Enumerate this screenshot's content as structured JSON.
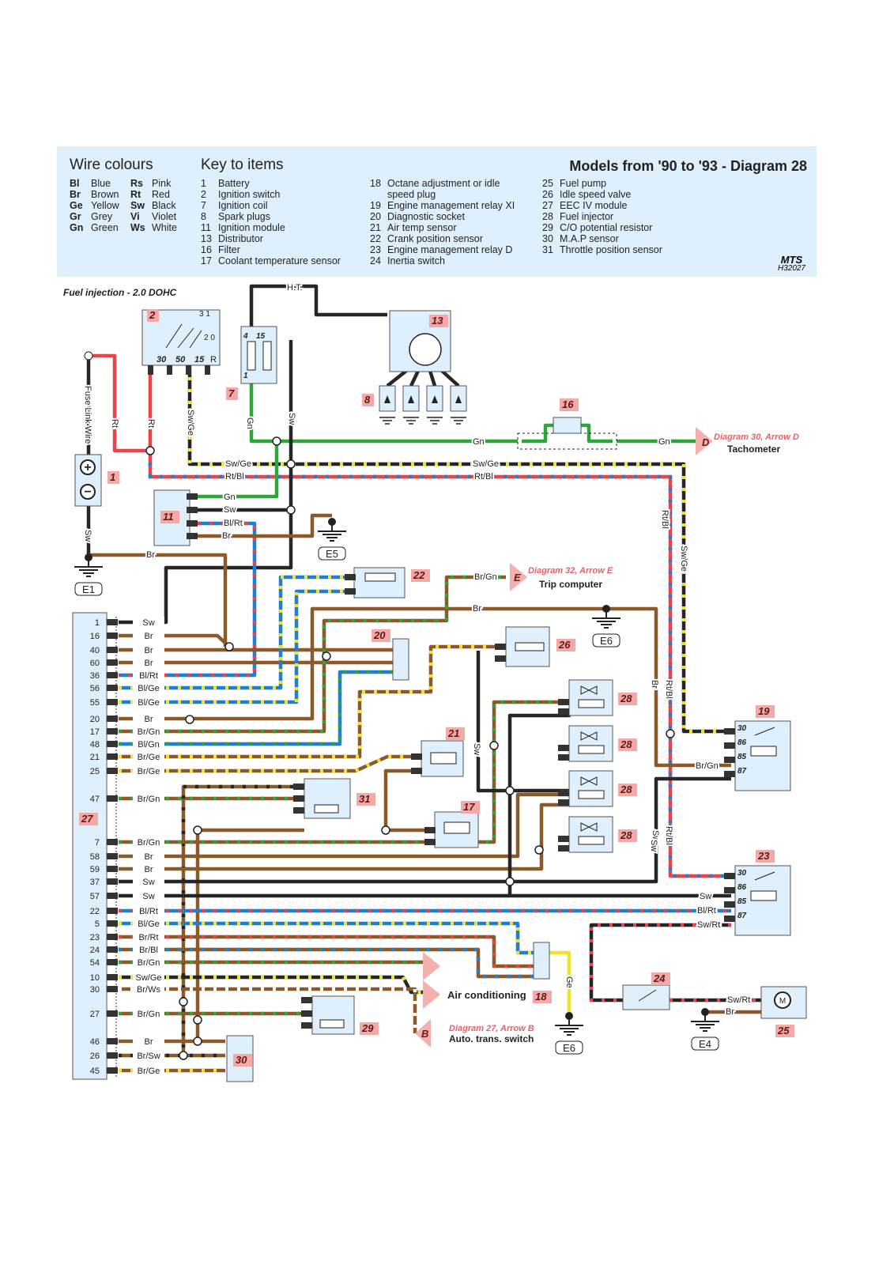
{
  "header": {
    "wire_colours_title": "Wire colours",
    "key_title": "Key to items",
    "diagram_title": "Models from '90 to '93 - Diagram 28",
    "logo": "MTS",
    "ref_code": "H32027",
    "wire_colours": [
      {
        "code": "Bl",
        "name": "Blue"
      },
      {
        "code": "Br",
        "name": "Brown"
      },
      {
        "code": "Ge",
        "name": "Yellow"
      },
      {
        "code": "Gr",
        "name": "Grey"
      },
      {
        "code": "Gn",
        "name": "Green"
      },
      {
        "code": "Rs",
        "name": "Pink"
      },
      {
        "code": "Rt",
        "name": "Red"
      },
      {
        "code": "Sw",
        "name": "Black"
      },
      {
        "code": "Vi",
        "name": "Violet"
      },
      {
        "code": "Ws",
        "name": "White"
      }
    ],
    "key_col1": [
      {
        "n": "1",
        "label": "Battery"
      },
      {
        "n": "2",
        "label": "Ignition switch"
      },
      {
        "n": "7",
        "label": "Ignition coil"
      },
      {
        "n": "8",
        "label": "Spark plugs"
      },
      {
        "n": "11",
        "label": "Ignition module"
      },
      {
        "n": "13",
        "label": "Distributor"
      },
      {
        "n": "16",
        "label": "Filter"
      },
      {
        "n": "17",
        "label": "Coolant temperature sensor"
      }
    ],
    "key_col2": [
      {
        "n": "18",
        "label": "Octane adjustment or idle"
      },
      {
        "n": "",
        "label": "speed plug"
      },
      {
        "n": "19",
        "label": "Engine management relay XI"
      },
      {
        "n": "20",
        "label": "Diagnostic socket"
      },
      {
        "n": "21",
        "label": "Air temp sensor"
      },
      {
        "n": "22",
        "label": "Crank position sensor"
      },
      {
        "n": "23",
        "label": "Engine management relay D"
      },
      {
        "n": "24",
        "label": "Inertia switch"
      }
    ],
    "key_col3": [
      {
        "n": "25",
        "label": "Fuel pump"
      },
      {
        "n": "26",
        "label": "Idle speed valve"
      },
      {
        "n": "27",
        "label": "EEC IV module"
      },
      {
        "n": "28",
        "label": "Fuel injector"
      },
      {
        "n": "29",
        "label": "C/O potential resistor"
      },
      {
        "n": "30",
        "label": "M.A.P sensor"
      },
      {
        "n": "31",
        "label": "Throttle position sensor"
      }
    ]
  },
  "diagram": {
    "subtitle": "Fuel injection - 2.0 DOHC",
    "colours": {
      "Br": "#8b5a2b",
      "Bl": "#1f7fd1",
      "Gn": "#2ea43a",
      "Rt": "#e8444a",
      "Sw": "#262626",
      "Ge": "#f3e12b",
      "Ws": "#ffffff",
      "box": "#dff0fc",
      "badge": "#f4a9a6",
      "arrow": "#f4b0ab",
      "ref_text": "#e8606a"
    },
    "components": {
      "c1": "1",
      "c2": "2",
      "c7": "7",
      "c8": "8",
      "c11": "11",
      "c13": "13",
      "c16": "16",
      "c17": "17",
      "c18": "18",
      "c19": "19",
      "c20": "20",
      "c21": "21",
      "c22": "22",
      "c23": "23",
      "c24": "24",
      "c25": "25",
      "c26": "26",
      "c27": "27",
      "c28a": "28",
      "c28b": "28",
      "c28c": "28",
      "c28d": "28",
      "c29": "29",
      "c30": "30",
      "c31": "31"
    },
    "terminals": {
      "sw_30": "30",
      "sw_50": "50",
      "sw_15": "15",
      "sw_R": "R",
      "sw_31": "3 1",
      "sw_20": "2 0",
      "coil_4": "4",
      "coil_15": "15",
      "coil_1": "1",
      "r19": [
        "30",
        "86",
        "85",
        "87"
      ],
      "r23": [
        "30",
        "86",
        "85",
        "87"
      ],
      "pump_motor": "M"
    },
    "grounds": {
      "e1": "E1",
      "e5": "E5",
      "e6a": "E6",
      "e6b": "E6",
      "e4": "E4"
    },
    "arrows": {
      "d": {
        "letter": "D",
        "ref": "Diagram 30, Arrow D",
        "dest": "Tachometer"
      },
      "e": {
        "letter": "E",
        "ref": "Diagram 32, Arrow E",
        "dest": "Trip computer"
      },
      "ac": {
        "dest": "Air conditioning"
      },
      "b": {
        "letter": "B",
        "ref": "Diagram 27, Arrow B",
        "dest": "Auto. trans. switch"
      }
    },
    "wire_labels": [
      "H.T.",
      "Fuse Link Wire",
      "Rt",
      "Rt",
      "Sw/Ge",
      "Gn",
      "Sw",
      "Gn",
      "Gn",
      "Sw/Ge",
      "Sw/Ge",
      "Rt/Bl",
      "Rt/Bl",
      "Gn",
      "Sw",
      "Bl/Rt",
      "Br",
      "Sw",
      "Br",
      "Br/Gn",
      "Br",
      "Rt/Bl",
      "Sw/Ge",
      "Br",
      "Rt/Bl",
      "Sw",
      "Br/Gn",
      "Sw",
      "Sw",
      "Bl/Rt",
      "Sw/Rt",
      "Ge",
      "Sw/Rt",
      "Br",
      "Sw",
      "Rt/Bl"
    ],
    "ecu_pins": [
      {
        "pin": "1",
        "wire": "Sw"
      },
      {
        "pin": "16",
        "wire": "Br"
      },
      {
        "pin": "40",
        "wire": "Br"
      },
      {
        "pin": "60",
        "wire": "Br"
      },
      {
        "pin": "36",
        "wire": "Bl/Rt"
      },
      {
        "pin": "56",
        "wire": "Bl/Ge"
      },
      {
        "pin": "55",
        "wire": "Bl/Ge"
      },
      {
        "pin": "20",
        "wire": "Br"
      },
      {
        "pin": "17",
        "wire": "Br/Gn"
      },
      {
        "pin": "48",
        "wire": "Bl/Gn"
      },
      {
        "pin": "21",
        "wire": "Br/Ge"
      },
      {
        "pin": "25",
        "wire": "Br/Ge"
      },
      {
        "pin": "47",
        "wire": "Br/Gn"
      },
      {
        "pin": "7",
        "wire": "Br/Gn"
      },
      {
        "pin": "58",
        "wire": "Br"
      },
      {
        "pin": "59",
        "wire": "Br"
      },
      {
        "pin": "37",
        "wire": "Sw"
      },
      {
        "pin": "57",
        "wire": "Sw"
      },
      {
        "pin": "22",
        "wire": "Bl/Rt"
      },
      {
        "pin": "5",
        "wire": "Bl/Ge"
      },
      {
        "pin": "23",
        "wire": "Br/Rt"
      },
      {
        "pin": "24",
        "wire": "Br/Bl"
      },
      {
        "pin": "54",
        "wire": "Br/Gn"
      },
      {
        "pin": "10",
        "wire": "Sw/Ge"
      },
      {
        "pin": "30",
        "wire": "Br/Ws"
      },
      {
        "pin": "27",
        "wire": "Br/Gn"
      },
      {
        "pin": "46",
        "wire": "Br"
      },
      {
        "pin": "26",
        "wire": "Br/Sw"
      },
      {
        "pin": "45",
        "wire": "Br/Ge"
      }
    ]
  }
}
